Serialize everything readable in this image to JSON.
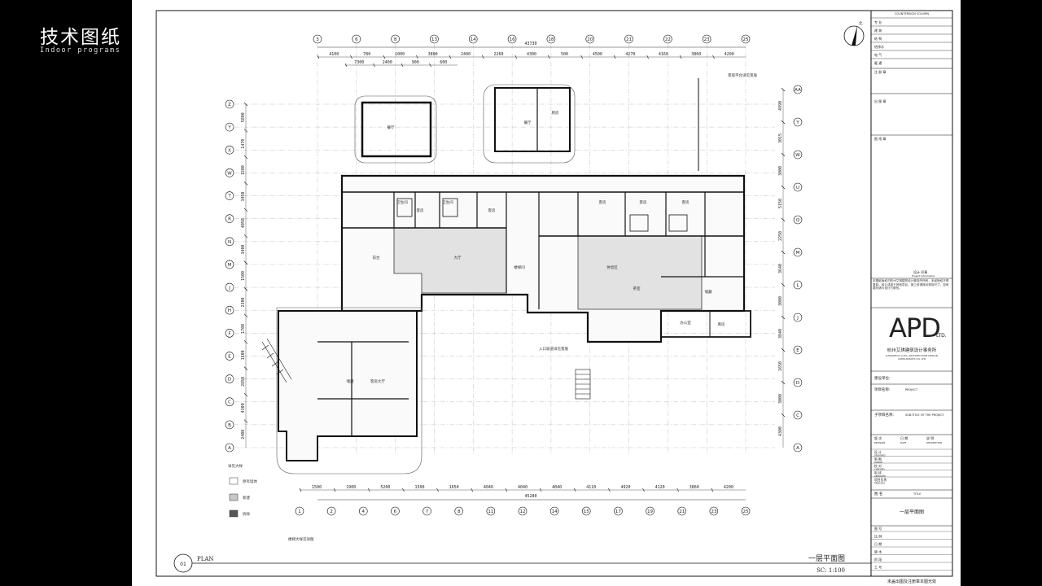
{
  "slide": {
    "title": "技术图纸",
    "subtitle": "Indoor programs"
  },
  "drawing": {
    "plan_number": "01",
    "plan_label": "PLAN",
    "plan_title": "一层平面图",
    "scale": "SC: 1:100",
    "north_label": "北",
    "grid_top": [
      "3",
      "6",
      "8",
      "13",
      "14",
      "16",
      "18",
      "20",
      "21",
      "22",
      "23",
      "25"
    ],
    "grid_bottom": [
      "1",
      "2",
      "4",
      "6",
      "7",
      "8",
      "11",
      "12",
      "14",
      "15",
      "17",
      "19",
      "21",
      "23",
      "25"
    ],
    "grid_left": [
      "Z",
      "Y",
      "X",
      "W",
      "T",
      "R",
      "N",
      "M",
      "J",
      "H",
      "F",
      "E",
      "D",
      "C",
      "B",
      "A"
    ],
    "grid_right": [
      "AA",
      "Y",
      "W",
      "U",
      "Q",
      "M",
      "L",
      "J",
      "E",
      "D",
      "C",
      "A"
    ],
    "overall_top_dim": "43730",
    "top_dims": [
      "4100",
      "780",
      "1000",
      "3800",
      "2400",
      "2260",
      "4300",
      "500",
      "4500",
      "4270",
      "4160",
      "3860",
      "4200"
    ],
    "top_dims2": [
      "7300",
      "2400",
      "900",
      "600"
    ],
    "overall_bottom_dim": "45280",
    "bottom_dims": [
      "1500",
      "1900",
      "5200",
      "1500",
      "1650",
      "4040",
      "4040",
      "4040",
      "4110",
      "4920",
      "4120",
      "3860",
      "4200"
    ],
    "left_dims": [
      "5800",
      "1470",
      "1500",
      "3450",
      "4050",
      "3400",
      "1500",
      "2300",
      "1700",
      "1600",
      "2850",
      "4300",
      "2400"
    ],
    "right_dims": [
      "4990",
      "3015",
      "3000",
      "5150",
      "2250",
      "3640",
      "3000",
      "3840",
      "1650",
      "3000",
      "4300"
    ],
    "room_labels": [
      "餐厅",
      "餐厅",
      "厨房",
      "卫生间",
      "卫生间",
      "客房",
      "客房",
      "客房",
      "客房",
      "客房",
      "大厅",
      "楼梯间",
      "前台",
      "茶室",
      "休息区",
      "储藏",
      "储藏",
      "客房大厅",
      "库房",
      "办公室"
    ],
    "legend": [
      {
        "label": "原有墙体",
        "color": "#ffffff"
      },
      {
        "label": "新建",
        "color": "#c8c8c8"
      },
      {
        "label": "拆除",
        "color": "#555555"
      }
    ],
    "notes": [
      "景观平台详见景施",
      "详见大样",
      "入口坡道详见景施",
      "楼梯大样见详图"
    ]
  },
  "title_block": {
    "top_rows": [
      "专 业",
      "建 筑",
      "结 构",
      "给排水",
      "电 气",
      "暖 通"
    ],
    "header": "COUNTERSIGN COLUMN",
    "sections": [
      "注 册 章",
      "出 图 章",
      "图 纸 章"
    ],
    "seal_label": "设计 印章",
    "seal_sub": "Project Information",
    "note_text": "本图纸版权归杭州艾琪建筑设计事务所所有，未经授权不得复制、转让或用于其他项目。施工前请核对现场尺寸，如有疑问请与设计方联系。",
    "company_logo": "APD",
    "company_logo_suffix": "LTD.",
    "company_name_cn": "杭州艾琪建筑设计事务所",
    "company_name_en": "HANGZHOU A.P.D. ARCHITECTURE DESIGN CONSULTANTS CO. LTD",
    "client_label": "建设单位:",
    "project_label": "项目名称:",
    "project_en": "PROJECT",
    "subproject_label": "子项目名称:",
    "subproject_en": "SUB-TITLE OF THE PROJECT",
    "revision_headers": [
      "版 次",
      "日 期",
      "说 明"
    ],
    "revision_headers_en": [
      "REVISION",
      "DATE",
      "DESCRIPTION"
    ],
    "role_rows": [
      "设 计",
      "DESIGNED",
      "制 图",
      "DRAWN",
      "校 对",
      "CHECKED",
      "审 核",
      "APPROVED",
      "项目负责",
      "PRINCIPAL"
    ],
    "drawing_name_label": "图 名",
    "drawing_name_en": "TITLE",
    "drawing_name": "一层平面图",
    "bottom_rows": [
      "图 号",
      "比 例",
      "日 期",
      "版 本",
      "阶 段",
      "工 号"
    ],
    "footer_note": "未盖出图及注册章本图无效"
  }
}
